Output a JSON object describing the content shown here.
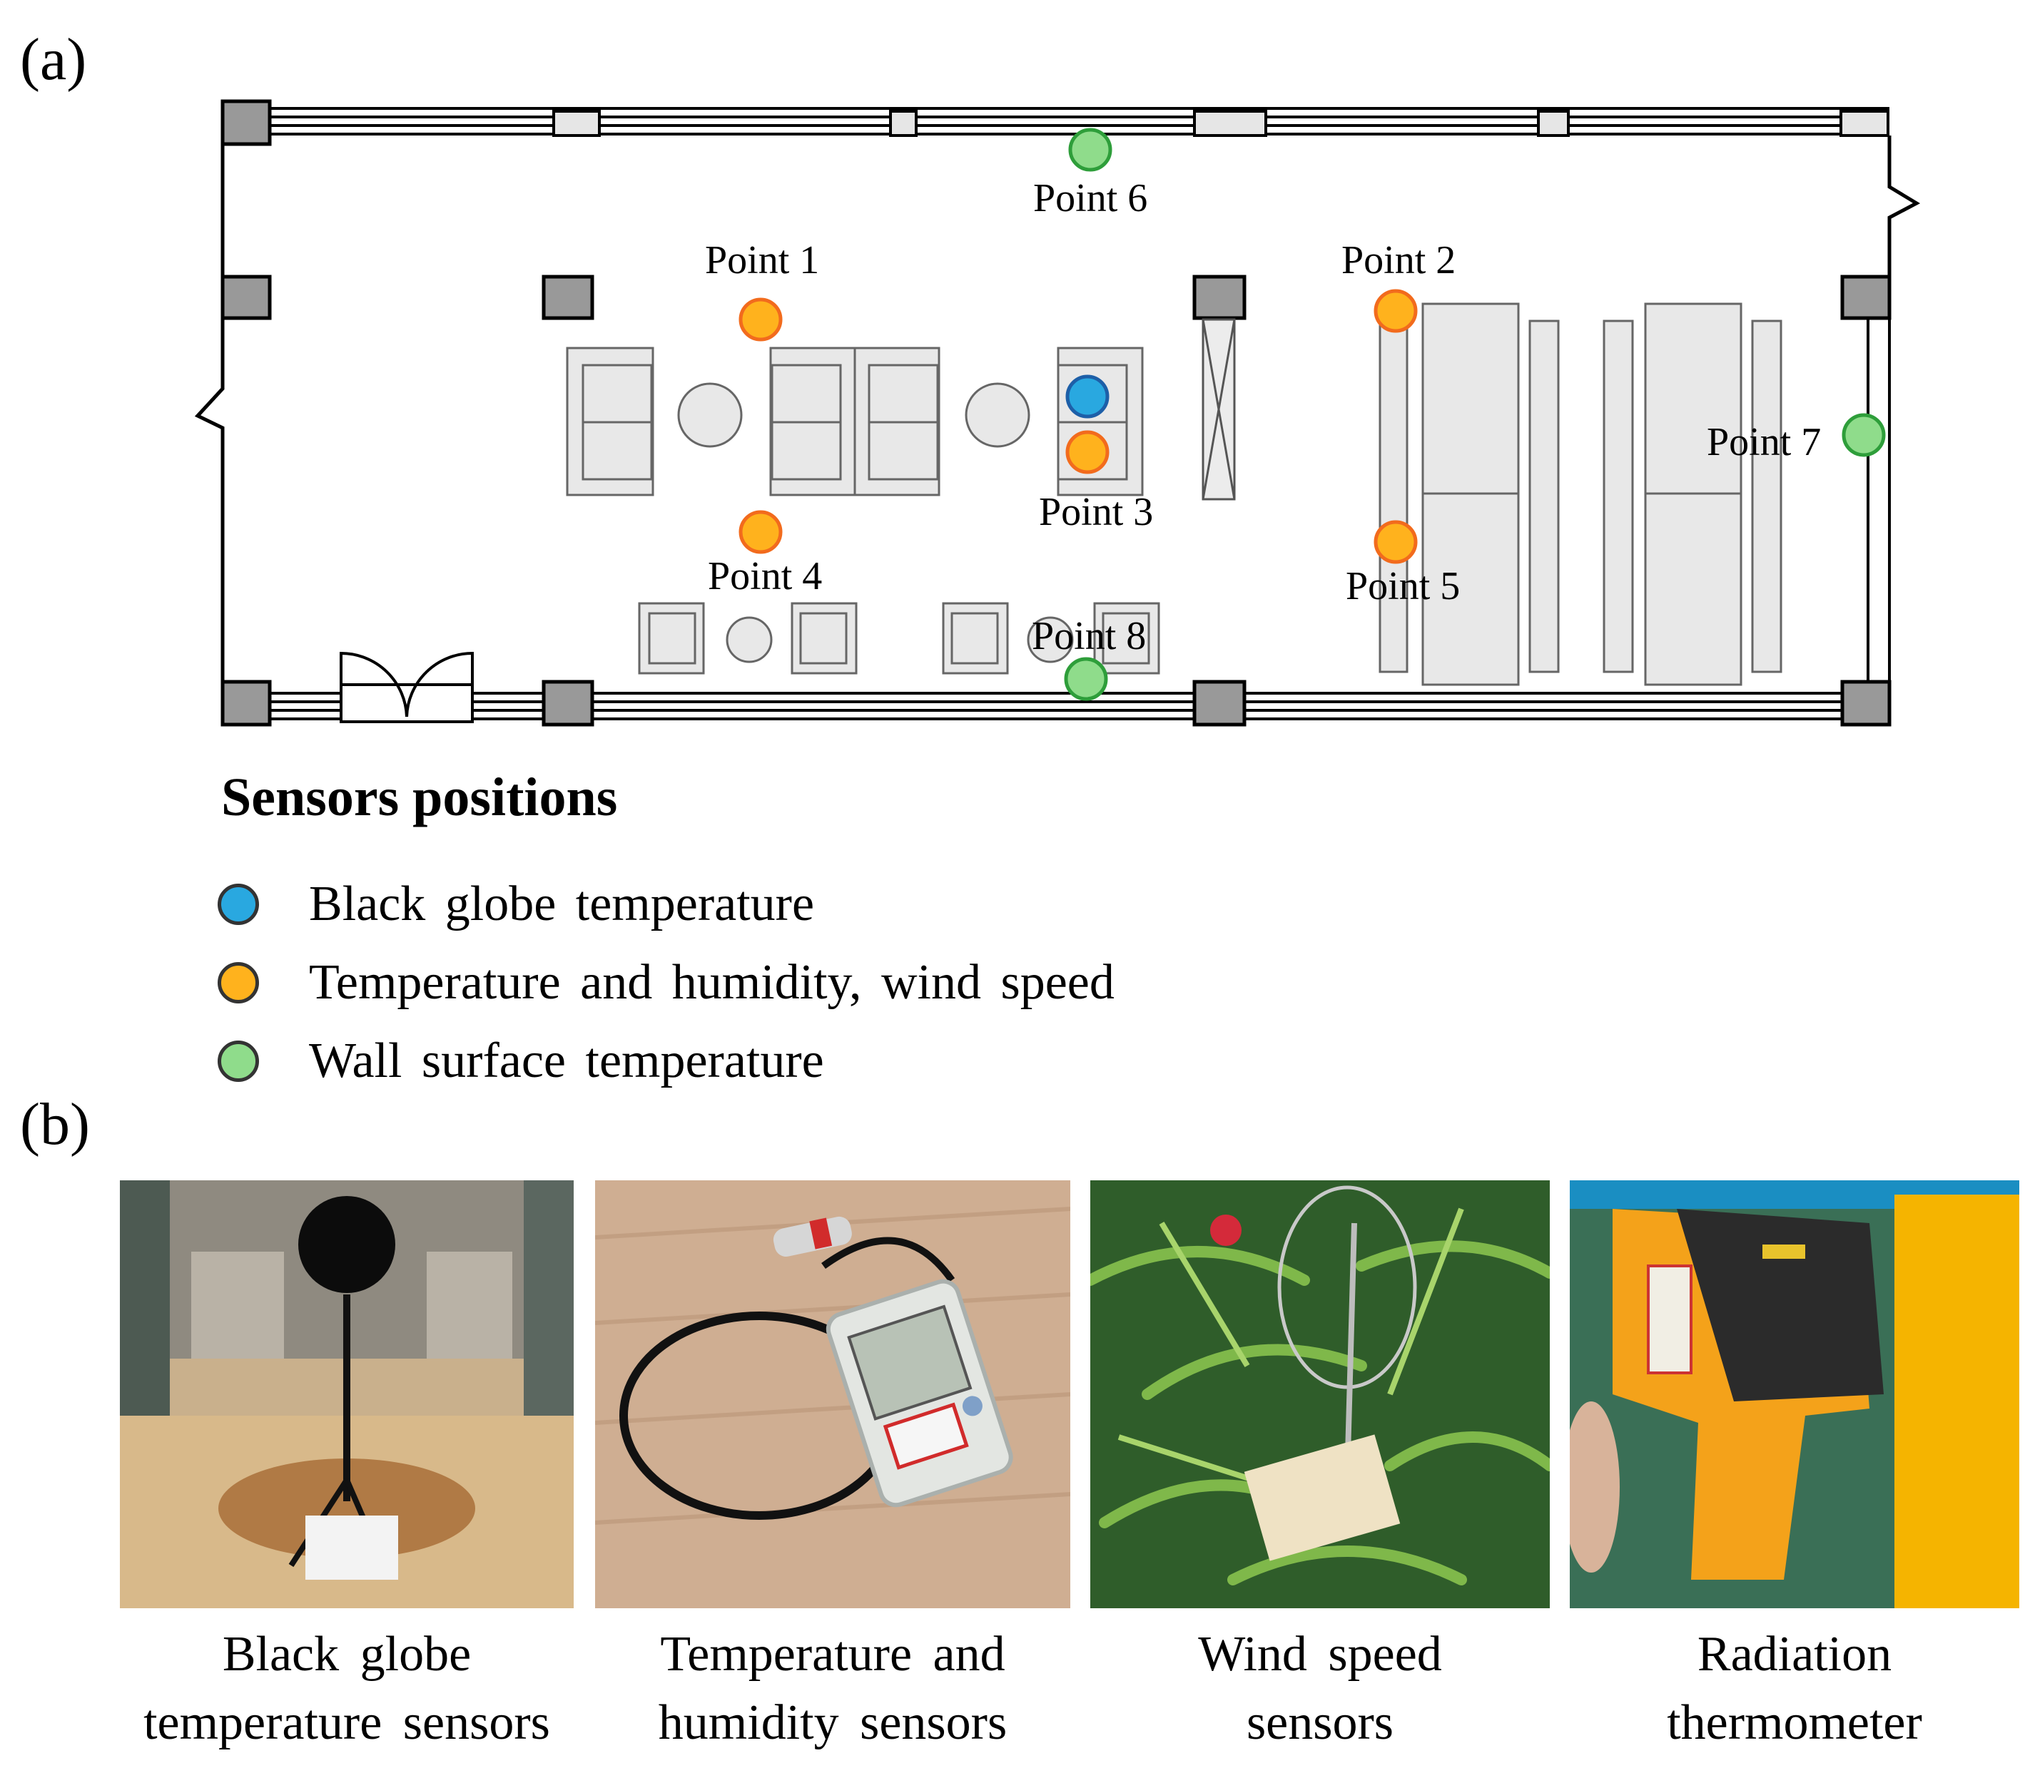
{
  "panel_a_label": "(a)",
  "panel_b_label": "(b)",
  "points": [
    "Point 1",
    "Point 2",
    "Point 3",
    "Point 4",
    "Point 5",
    "Point 6",
    "Point 7",
    "Point 8"
  ],
  "legend": {
    "title": "Sensors positions",
    "items": [
      {
        "label": "Black globe temperature",
        "color": "#29a8e0"
      },
      {
        "label": "Temperature and humidity, wind speed",
        "color": "#ffb21d"
      },
      {
        "label": "Wall surface temperature",
        "color": "#8fdc8b"
      }
    ]
  },
  "sensor_colors": {
    "globe": "#29a8e0",
    "temp_humidity": "#ffb21d",
    "wall": "#8fdc8b",
    "orange_ring": "#f26b1d",
    "green_ring": "#2e9e3a",
    "blue_ring": "#1d5fa8"
  },
  "photos": [
    {
      "caption": [
        "Black globe",
        "temperature sensors"
      ]
    },
    {
      "caption": [
        "Temperature and",
        "humidity sensors"
      ]
    },
    {
      "caption": [
        "Wind speed",
        "sensors"
      ]
    },
    {
      "caption": [
        "Radiation",
        "thermometer"
      ]
    }
  ]
}
